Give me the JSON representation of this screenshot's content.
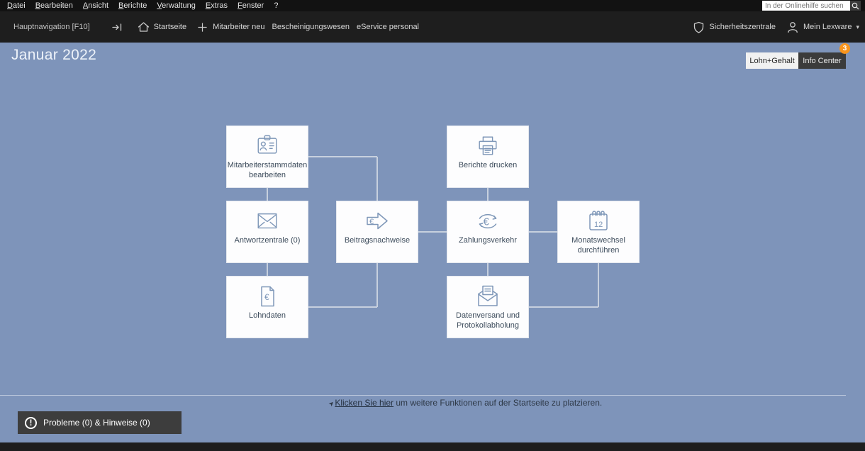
{
  "menubar": {
    "items": [
      "Datei",
      "Bearbeiten",
      "Ansicht",
      "Berichte",
      "Verwaltung",
      "Extras",
      "Fenster",
      "?"
    ],
    "search_placeholder": "In der Onlinehilfe suchen"
  },
  "toolbar": {
    "hauptnavigation_label": "Hauptnavigation [F10]",
    "startseite_label": "Startseite",
    "mitarbeiter_neu_label": "Mitarbeiter neu",
    "bescheinigungswesen_label": "Bescheinigungswesen",
    "eservice_label": "eService personal",
    "sicherheitszentrale_label": "Sicherheitszentrale",
    "mein_lexware_label": "Mein Lexware"
  },
  "main": {
    "period_title": "Januar 2022",
    "tabs": {
      "lohn_gehalt": "Lohn+Gehalt",
      "info_center": "Info Center",
      "badge": "3"
    },
    "cards": [
      {
        "label": "Mitarbeiterstammdaten bearbeiten",
        "icon": "id-card"
      },
      {
        "label": "Berichte drucken",
        "icon": "printer"
      },
      {
        "label": "Antwortzentrale (0)",
        "icon": "envelope"
      },
      {
        "label": "Beitragsnachweise",
        "icon": "euro-arrow"
      },
      {
        "label": "Zahlungsverkehr",
        "icon": "euro-exchange"
      },
      {
        "label": "Monatswechsel durchführen",
        "icon": "calendar-12"
      },
      {
        "label": "Lohndaten",
        "icon": "euro-document"
      },
      {
        "label": "Datenversand und Protokollabholung",
        "icon": "envelope-open"
      }
    ],
    "hint": {
      "link": "Klicken Sie hier",
      "rest": " um weitere Funktionen auf der Startseite zu platzieren."
    },
    "problems_label": "Probleme (0) & Hinweise (0)"
  },
  "colors": {
    "bg-blue": "#7e94ba",
    "badge-orange": "#f7941d",
    "icon-stroke": "#7e97b8",
    "card-bg": "#fdfdfe",
    "bar-dark": "#3d3d3d"
  }
}
